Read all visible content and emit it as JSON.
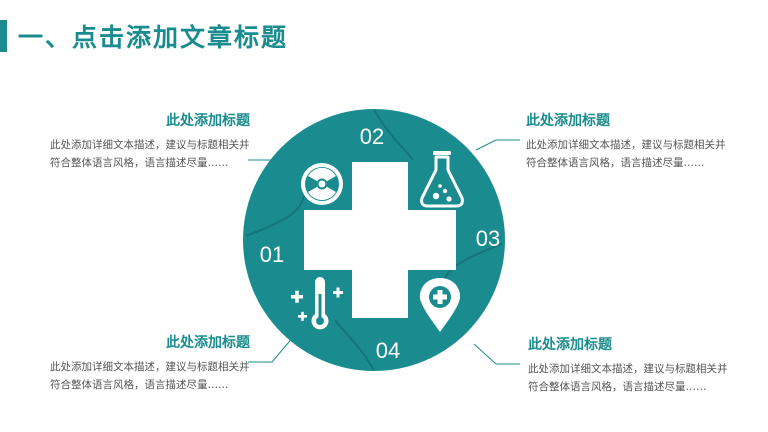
{
  "title": "一、点击添加文章标题",
  "colors": {
    "accent": "#1a8c8f",
    "accent_dark": "#147579",
    "text": "#555555"
  },
  "segments": [
    {
      "number": "01",
      "icon": "radiation-icon"
    },
    {
      "number": "02",
      "icon": "flask-icon"
    },
    {
      "number": "03",
      "icon": "location-pin-cross-icon"
    },
    {
      "number": "04",
      "icon": "thermometer-icon"
    }
  ],
  "blocks": [
    {
      "heading": "此处添加标题",
      "body": "此处添加详细文本描述，建议与标题相关并符合整体语言风格，语言描述尽量……"
    },
    {
      "heading": "此处添加标题",
      "body": "此处添加详细文本描述，建议与标题相关并符合整体语言风格，语言描述尽量……"
    },
    {
      "heading": "此处添加标题",
      "body": "此处添加详细文本描述，建议与标题相关并符合整体语言风格，语言描述尽量……"
    },
    {
      "heading": "此处添加标题",
      "body": "此处添加详细文本描述，建议与标题相关并符合整体语言风格，语言描述尽量……"
    }
  ]
}
